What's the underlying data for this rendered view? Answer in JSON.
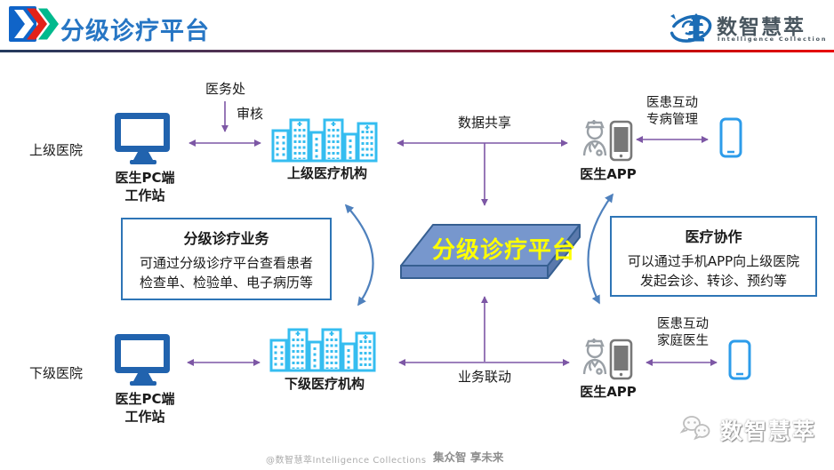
{
  "header": {
    "title": "分级诊疗平台",
    "brand_name": "数智慧萃",
    "brand_tagline": "Intelligence Collection"
  },
  "nodes": {
    "upper_hospital": "上级医院",
    "lower_hospital": "下级医院",
    "workstation_line1": "医生PC端",
    "workstation_line2": "工作站",
    "upper_org": "上级医疗机构",
    "lower_org": "下级医疗机构",
    "doctor_app": "医生APP",
    "platform": "分级诊疗平台"
  },
  "edges": {
    "dept": "医务处",
    "review": "审核",
    "data_share": "数据共享",
    "patient_top_line1": "医患互动",
    "patient_top_line2": "专病管理",
    "business_link": "业务联动",
    "patient_bottom_line1": "医患互动",
    "patient_bottom_line2": "家庭医生"
  },
  "box_left": {
    "title": "分级诊疗业务",
    "line1": "可通过分级诊疗平台查看患者",
    "line2": "检查单、检验单、电子病历等"
  },
  "box_right": {
    "title": "医疗协作",
    "line1": "可以通过手机APP向上级医院",
    "line2": "发起会诊、转诊、预约等"
  },
  "footer": {
    "credit": "@数智慧萃Intelligence Collections",
    "slogan": "集众智 享未来",
    "watermark": "数智慧萃"
  },
  "icons": {
    "chevrons": "triple-chevron-right-icon",
    "brand_logo": "pagoda-ellipse-logo-icon",
    "monitor": "desktop-monitor-icon",
    "buildings": "hospital-buildings-icon",
    "doctor_phone": "doctor-with-phone-icon",
    "phone": "smartphone-icon",
    "watermark_logo": "wechat-bubbles-icon"
  },
  "colors": {
    "title_blue": "#2776C4",
    "arrow_purple": "#7D57A5",
    "arc_blue": "#4F81BD",
    "building_cyan": "#35BDF0",
    "monitor_blue": "#2163AE",
    "phone_blue": "#2D9CEA",
    "platform_top": "#7797CD",
    "platform_front": "#6888C1",
    "platform_side": "#5A79AC",
    "platform_border": "#365F91",
    "platform_text_yellow": "#FFFF00",
    "box_border_blue": "#2E75B6",
    "chevron_blue": "#1064C8",
    "chevron_red": "#E32119",
    "chevron_green": "#00B98D",
    "header_line_left": "#233A5E",
    "header_line_right": "#E80000"
  }
}
